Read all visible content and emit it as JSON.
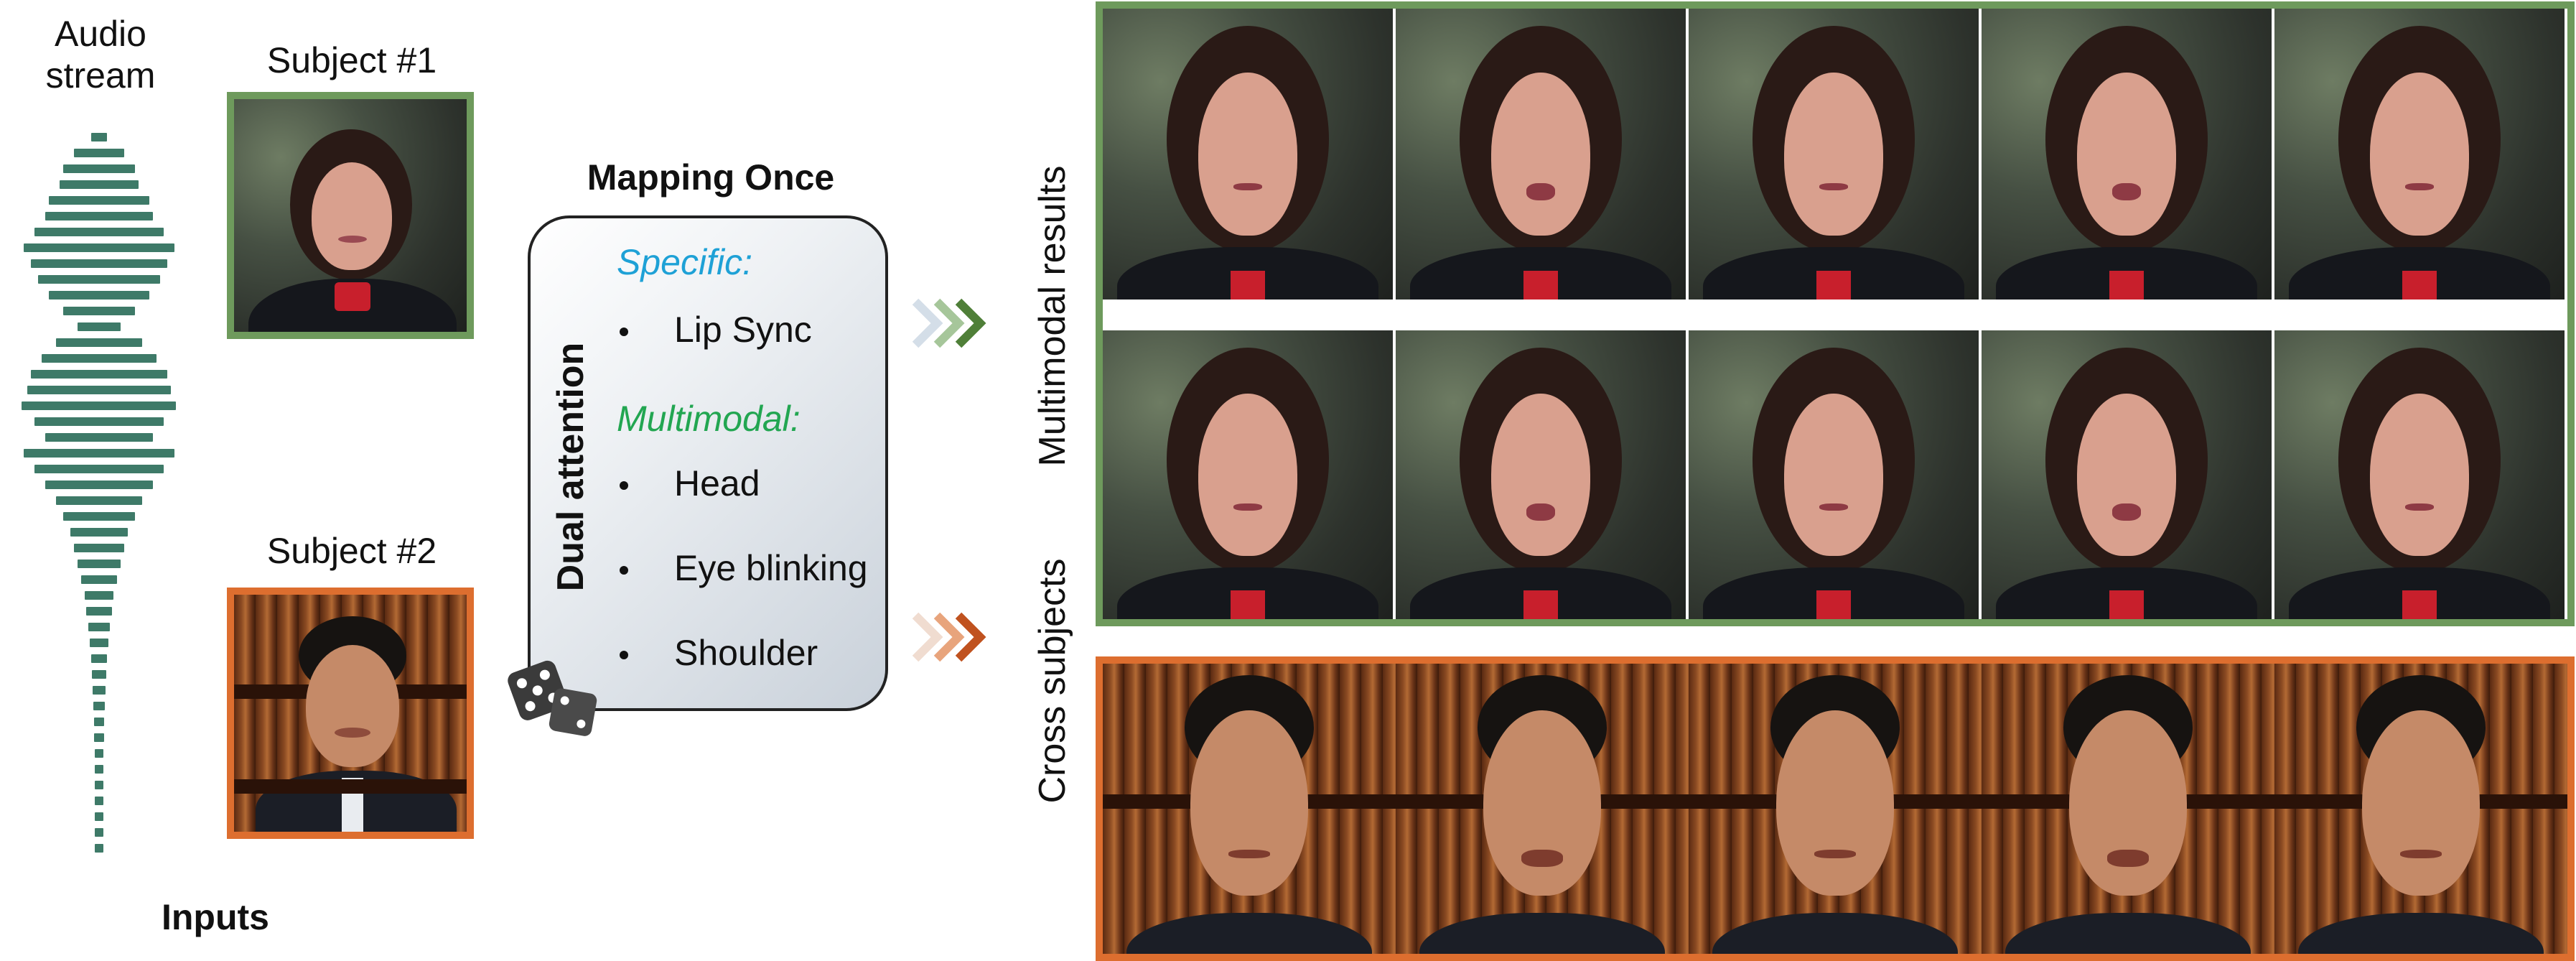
{
  "inputs": {
    "audio_label_line1": "Audio",
    "audio_label_line2": "stream",
    "subject1_label": "Subject #1",
    "subject2_label": "Subject #2",
    "inputs_label": "Inputs"
  },
  "module": {
    "title": "Mapping Once",
    "side_label": "Dual attention",
    "specific_heading": "Specific:",
    "specific_items": [
      "Lip Sync"
    ],
    "multimodal_heading": "Multimodal:",
    "multimodal_items": [
      "Head",
      "Eye blinking",
      "Shoulder"
    ]
  },
  "outputs": {
    "multimodal_label": "Multimodal results",
    "cross_label": "Cross subjects"
  },
  "colors": {
    "green_frame": "#6e9a5c",
    "orange_frame": "#dd6e2f",
    "specific_text": "#1ea1d6",
    "multimodal_text": "#22a651",
    "audio_bars": "#3e7a68"
  },
  "icons": [
    "dice-icon",
    "chevron-arrows-icon"
  ]
}
